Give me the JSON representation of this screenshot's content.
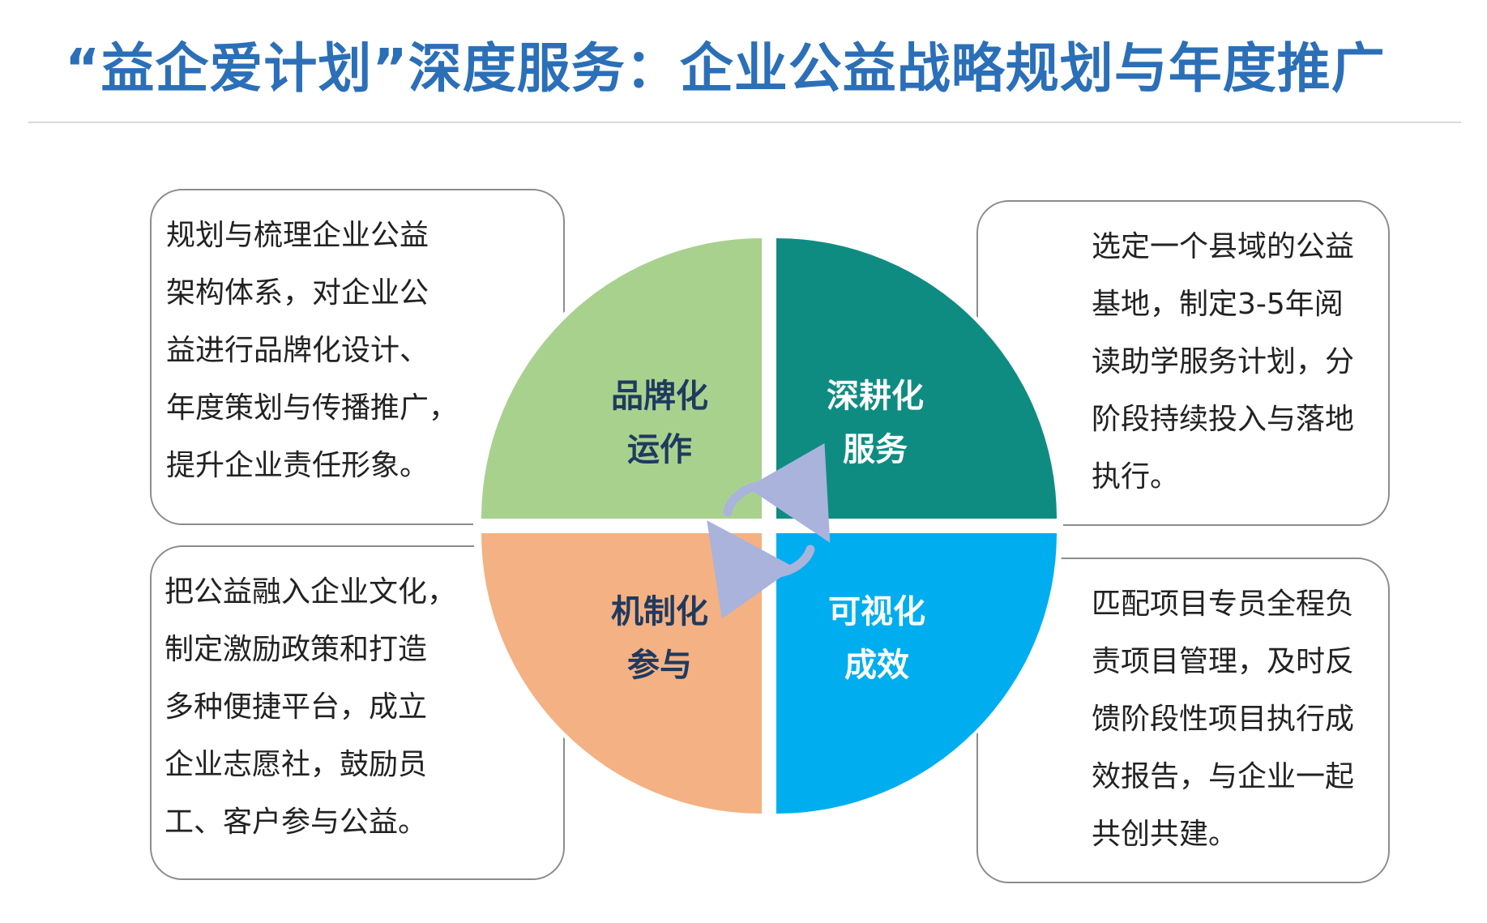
{
  "title": "“益企爱计划”深度服务：企业公益战略规划与年度推广",
  "colors": {
    "title": "#2b6fb8",
    "brand_quadrant": "#a9d18e",
    "deep_quadrant": "#0f8c82",
    "participation_quadrant": "#f4b183",
    "visual_quadrant": "#00aeef",
    "dark_label": "#1f3a5f",
    "light_label": "#ffffff",
    "cycle_arrow": "#a9b3dc"
  },
  "quadrants": {
    "brand": {
      "line1": "品牌化",
      "line2": "运作"
    },
    "deep": {
      "line1": "深耕化",
      "line2": "服务"
    },
    "participation": {
      "line1": "机制化",
      "line2": "参与"
    },
    "visual": {
      "line1": "可视化",
      "line2": "成效"
    }
  },
  "boxes": {
    "top_left": {
      "lines": [
        "规划与梳理企业公益",
        "架构体系，对企业公",
        "益进行品牌化设计、",
        "年度策划与传播推广，",
        "提升企业责任形象。"
      ]
    },
    "top_right": {
      "lines": [
        "选定一个县域的公益",
        "基地，制定3-5年阅",
        "读助学服务计划，分",
        "阶段持续投入与落地",
        "执行。"
      ]
    },
    "bottom_left": {
      "lines": [
        "把公益融入企业文化，",
        "制定激励政策和打造",
        "多种便捷平台，成立",
        "企业志愿社，鼓励员",
        "工、客户参与公益。"
      ]
    },
    "bottom_right": {
      "lines": [
        "匹配项目专员全程负",
        "责项目管理，及时反",
        "馈阶段性项目执行成",
        "效报告，与企业一起",
        "共创共建。"
      ]
    }
  },
  "icons": {
    "cycle": "circular-arrows-icon"
  }
}
